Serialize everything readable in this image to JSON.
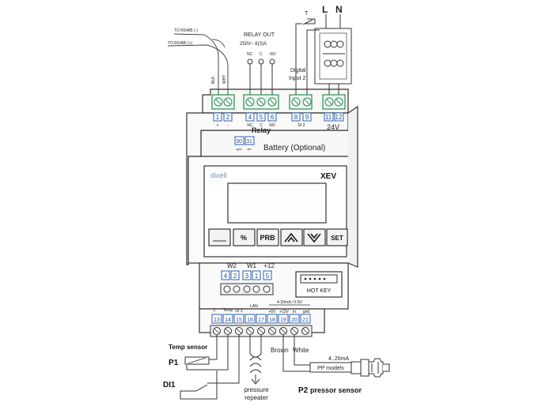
{
  "top": {
    "rs485_minus": "TO RS485 (-)",
    "rs485_plus": "TO RS485 (+)",
    "wire_blk": "BLK",
    "wire_wht": "WHT",
    "relay_out_title": "RELAY OUT",
    "relay_out_rating": "250V~ 8(3)A",
    "relay_contacts": [
      "NC",
      "C",
      "NO"
    ],
    "digital_input_line1": "Digital",
    "digital_input_line2": "Input 2",
    "switch_t": "T",
    "mains_l": "L",
    "mains_n": "N"
  },
  "top_terminals": {
    "numbers": [
      "1",
      "2",
      "4",
      "5",
      "6",
      "8",
      "9",
      "11",
      "12"
    ],
    "under_marks": [
      "+",
      "-",
      "NC",
      "C",
      "NO",
      "DI 2"
    ],
    "relay_label": "Relay",
    "supply_label": "24V"
  },
  "battery": {
    "numbers": [
      "30",
      "31"
    ],
    "sub_labels": [
      "gnd",
      "vin"
    ],
    "label": "Battery (Optional)"
  },
  "display": {
    "brand": "dixell",
    "model": "XEV",
    "buttons": [
      "",
      "%",
      "PRB",
      "▲",
      "▼",
      "SET"
    ]
  },
  "mid_terminals": {
    "group_labels": [
      "W2",
      "W1",
      "+12"
    ],
    "numbers": [
      "4",
      "2",
      "3",
      "1",
      "5"
    ],
    "hot_key_label": "HOT KEY"
  },
  "bottom_terminals": {
    "numbers": [
      "13",
      "14",
      "15",
      "16",
      "17",
      "18",
      "19",
      "20",
      "21"
    ],
    "labels_top": [
      "C",
      "Temp",
      "DI 1",
      "LAN",
      "4-20mA / 0-5V"
    ],
    "labels_sub": [
      "+5V",
      "+12V",
      "In",
      "gnd"
    ]
  },
  "sensors": {
    "temp_sensor": "Temp sensor",
    "p1": "P1",
    "di1": "DI1",
    "pressure_repeater_1": "pressure",
    "pressure_repeater_2": "repeater",
    "brown": "Brown",
    "white": "White",
    "ma_range": "4..20mA",
    "pp_models": "PP models",
    "p2": "P2",
    "pressor_sensor": "pressor sensor"
  },
  "colors": {
    "terminal_green": "#2e8b57",
    "terminal_blue": "#2a5fb0",
    "line": "#333333",
    "case_fill": "#f7f7f7",
    "coil": "#444444"
  }
}
